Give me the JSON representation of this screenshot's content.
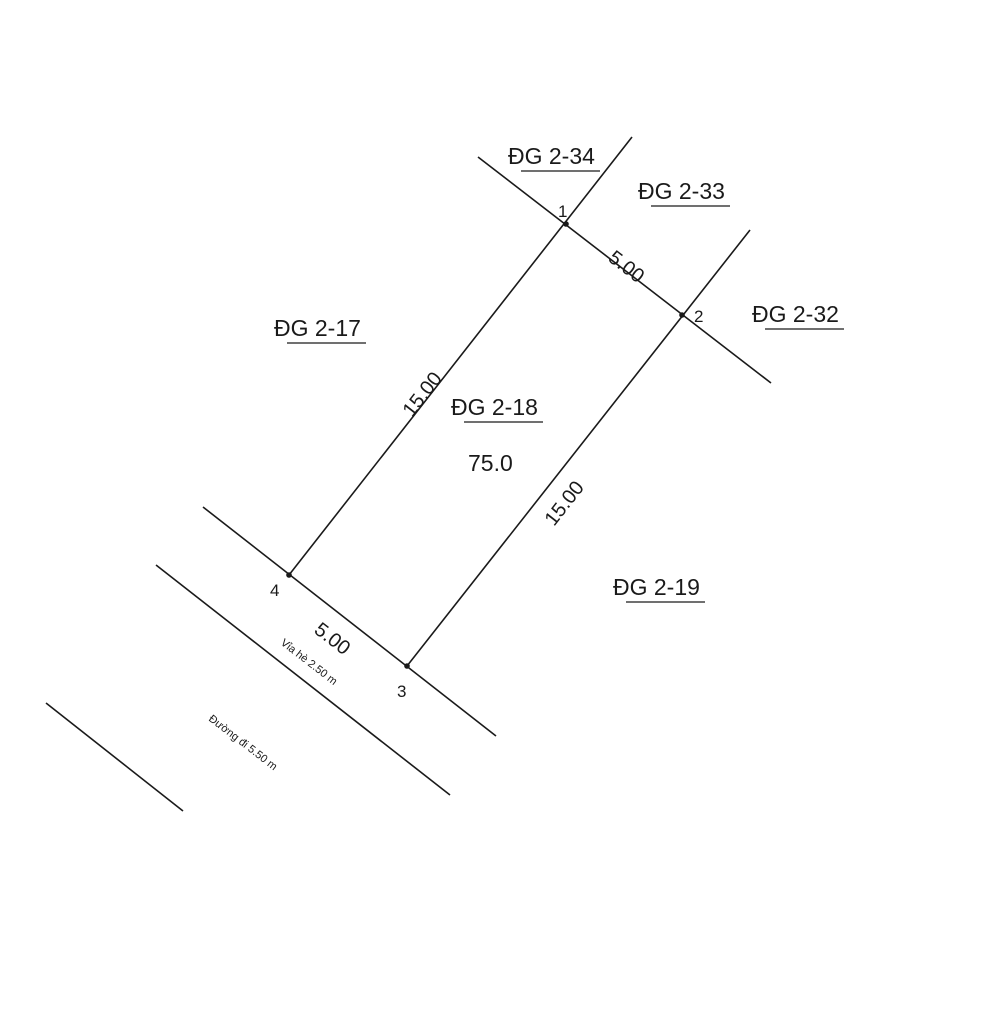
{
  "plot": {
    "lot_main": "ĐG 2-18",
    "area": "75.0",
    "neighbors": {
      "n34": "ĐG 2-34",
      "n33": "ĐG 2-33",
      "n32": "ĐG 2-32",
      "n17": "ĐG 2-17",
      "n19": "ĐG 2-19"
    },
    "dimensions": {
      "top": "5.00",
      "left": "15.00",
      "right": "15.00",
      "bottom": "5.00"
    },
    "points": [
      "1",
      "2",
      "3",
      "4"
    ],
    "sidewalk": "Vỉa hè 2.50 m",
    "road": "Đường đi 5.50 m"
  }
}
